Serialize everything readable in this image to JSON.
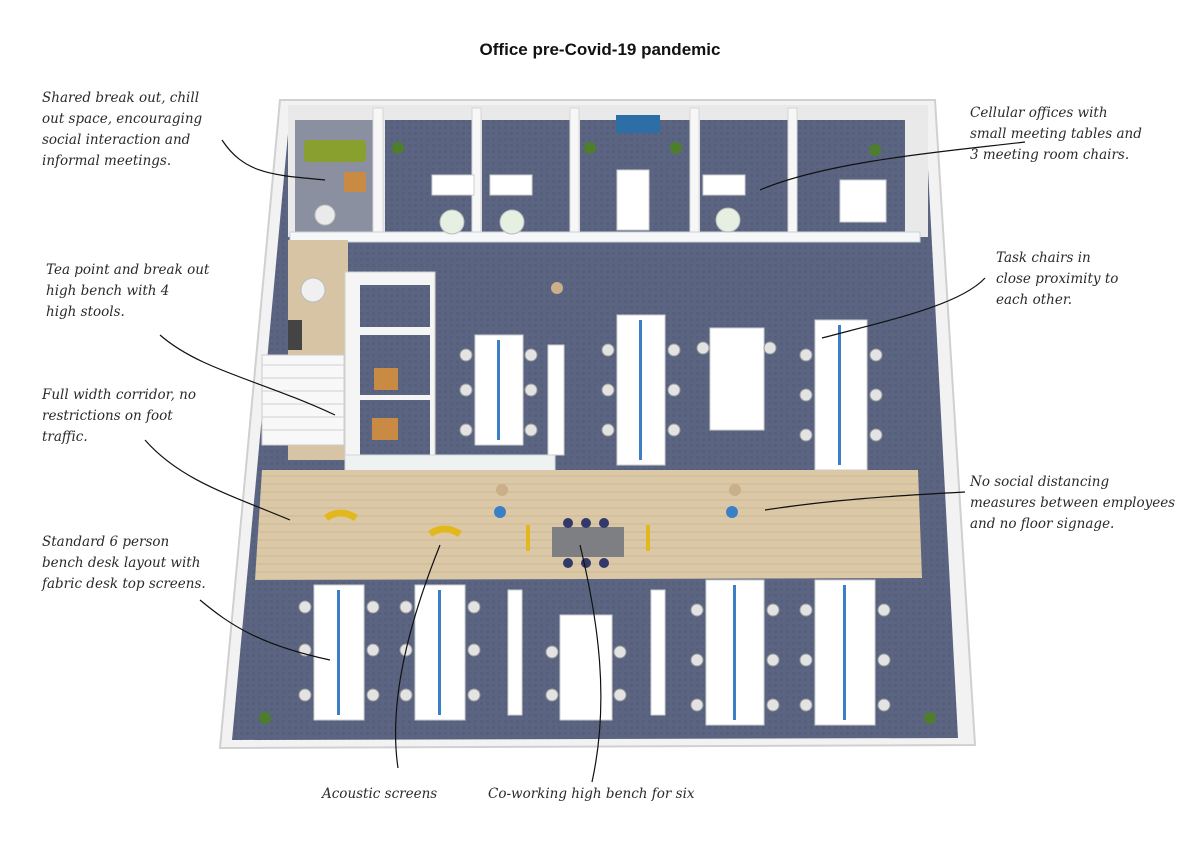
{
  "title": "Office pre-Covid-19 pandemic",
  "annotations": {
    "breakout": "Shared break out, chill\nout space, encouraging\nsocial interaction and\ninformal meetings.",
    "cellular": "Cellular offices with\nsmall meeting tables and\n3 meeting room chairs.",
    "tea_point": "Tea point and break out\nhigh bench  with 4\nhigh stools.",
    "task_chairs": "Task chairs in\nclose proximity to\neach other.",
    "corridor": "Full width corridor, no\nrestrictions on foot\ntraffic.",
    "distancing": "No social distancing\nmeasures between employees\nand no floor signage.",
    "bench_desk": "Standard 6 person\nbench desk layout with\nfabric desk top screens.",
    "acoustic": "Acoustic screens",
    "coworking": "Co-working high bench for six"
  },
  "colors": {
    "carpet": "#5a6480",
    "wood_floor": "#d9c6a5",
    "wall": "#f1f1f1",
    "desk": "#ffffff",
    "screen": "#3d7fc4",
    "plant": "#4e7d2c",
    "sofa": "#8aa02e",
    "accent_yellow": "#e3b81f",
    "table_grey": "#7d7f82"
  }
}
